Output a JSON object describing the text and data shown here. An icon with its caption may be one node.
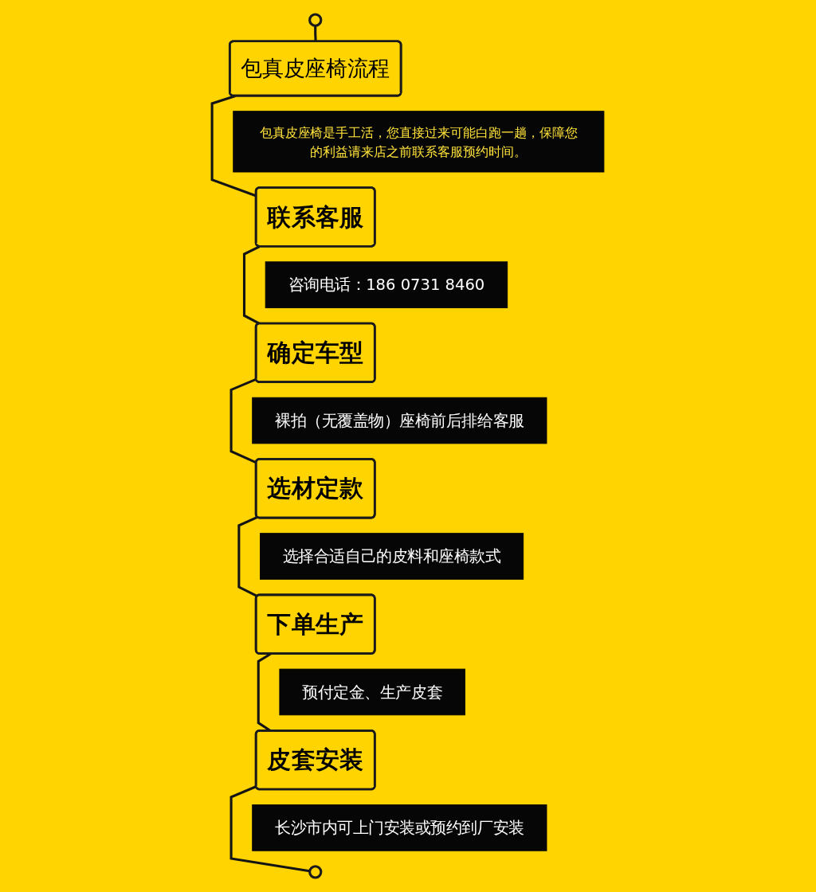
{
  "diagram": {
    "nodes": [
      {
        "text": [],
        "shape": "circle"
      },
      {
        "text": [
          "包真皮座椅流程"
        ]
      },
      {
        "text": [
          "包真皮座椅是手工活，您直接过来可能白跑一趟，保障您的利益请来店之前联系客服预约时间。"
        ]
      },
      {
        "text": [
          "联系客服"
        ]
      },
      {
        "text": [
          "咨询电话：186 0731 8460"
        ]
      },
      {
        "text": [
          "确定车型"
        ]
      },
      {
        "text": [
          "裸拍（无覆盖物）座椅前后排给客服"
        ]
      },
      {
        "text": [
          "选材定款"
        ]
      },
      {
        "text": [
          "选择合适自己的皮料和座椅款式"
        ]
      },
      {
        "text": [
          "下单生产"
        ]
      },
      {
        "text": [
          "预付定金、生产皮套"
        ]
      },
      {
        "text": [
          "皮套安装"
        ]
      },
      {
        "text": [
          "长沙市内可上门安装或预约到厂安装"
        ]
      },
      {
        "text": [],
        "shape": "circle"
      }
    ],
    "edges": [
      {
        "from": 0,
        "to": 1,
        "arrow": "none"
      },
      {
        "from": 1,
        "to": 3,
        "arrow": "none"
      },
      {
        "from": 3,
        "to": 5,
        "arrow": "none"
      },
      {
        "from": 5,
        "to": 7,
        "arrow": "none"
      },
      {
        "from": 7,
        "to": 9,
        "arrow": "none"
      },
      {
        "from": 9,
        "to": 11,
        "arrow": "none"
      },
      {
        "from": 11,
        "to": 13,
        "arrow": "none"
      }
    ]
  }
}
